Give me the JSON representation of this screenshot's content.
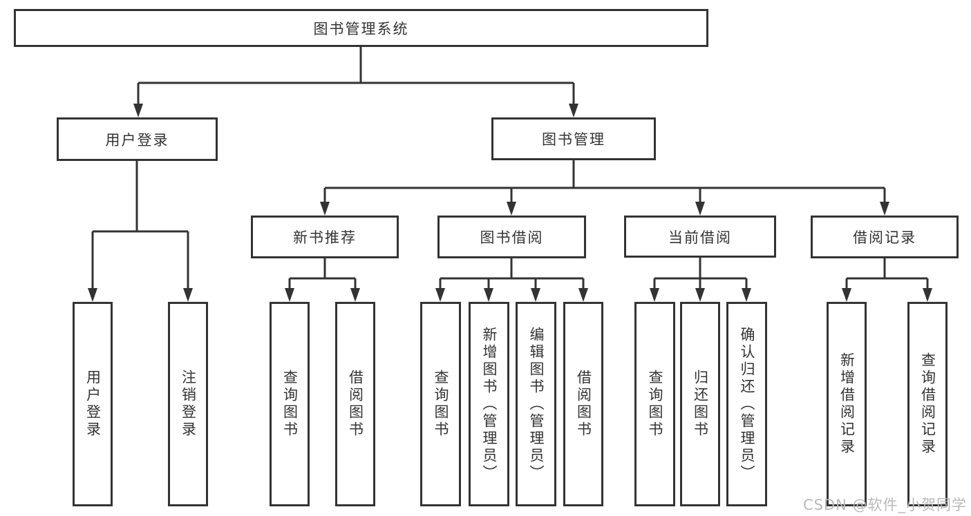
{
  "diagram": {
    "type": "hierarchy",
    "tree": {
      "label": "图书管理系统",
      "children": [
        {
          "label": "用户登录",
          "children": [
            {
              "label": "用户登录"
            },
            {
              "label": "注销登录"
            }
          ]
        },
        {
          "label": "图书管理",
          "children": [
            {
              "label": "新书推荐",
              "children": [
                {
                  "label": "查询图书"
                },
                {
                  "label": "借阅图书"
                }
              ]
            },
            {
              "label": "图书借阅",
              "children": [
                {
                  "label": "查询图书"
                },
                {
                  "label": "新增图书（管理员）"
                },
                {
                  "label": "编辑图书（管理员）"
                },
                {
                  "label": "借阅图书"
                }
              ]
            },
            {
              "label": "当前借阅",
              "children": [
                {
                  "label": "查询图书"
                },
                {
                  "label": "归还图书"
                },
                {
                  "label": "确认归还（管理员）"
                }
              ]
            },
            {
              "label": "借阅记录",
              "children": [
                {
                  "label": "新增借阅记录"
                },
                {
                  "label": "查询借阅记录"
                }
              ]
            }
          ]
        }
      ]
    },
    "colors": {
      "line": "#333333",
      "box_border": "#333333",
      "text": "#333333",
      "background": "#ffffff",
      "watermark": "#b9b9b9"
    }
  },
  "watermark": {
    "text": "CSDN @软件_小贺同学"
  }
}
